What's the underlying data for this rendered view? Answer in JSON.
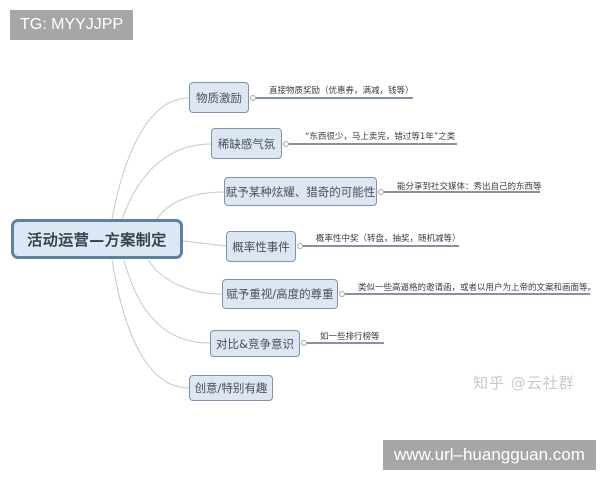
{
  "tags": {
    "top": "TG: MYYJJPP",
    "bottom": "www.url–huangguan.com"
  },
  "mindmap": {
    "root": "活动运营—方案制定",
    "branches": [
      {
        "label": "物质激励",
        "note": "直接物质奖励（优惠券，满减，钱等）"
      },
      {
        "label": "稀缺感气氛",
        "note": "“东西很少，马上卖完，错过等1年”之类"
      },
      {
        "label": "赋予某种炫耀、猎奇的可能性",
        "note": "能分享到社交媒体：秀出自己的东西等"
      },
      {
        "label": "概率性事件",
        "note": "概率性中奖（转盘，抽奖，随机减等）"
      },
      {
        "label": "赋予重视/高度的尊重",
        "note": "类似一些高逼格的邀请函，或者以用户为上帝的文案和画面等。"
      },
      {
        "label": "对比&竞争意识",
        "note": "如一些排行榜等"
      },
      {
        "label": "创意/特别有趣",
        "note": ""
      }
    ]
  },
  "watermark": "知乎 @云社群",
  "colors": {
    "root_fill": "#dce8f6",
    "root_border": "#5e7fa6",
    "node_fill": "#dde7f3",
    "node_border": "#7f93ab",
    "connector": "#c8c8c8",
    "note_underline": "#5b6f86",
    "tag_bg": "#a6a6a6"
  }
}
